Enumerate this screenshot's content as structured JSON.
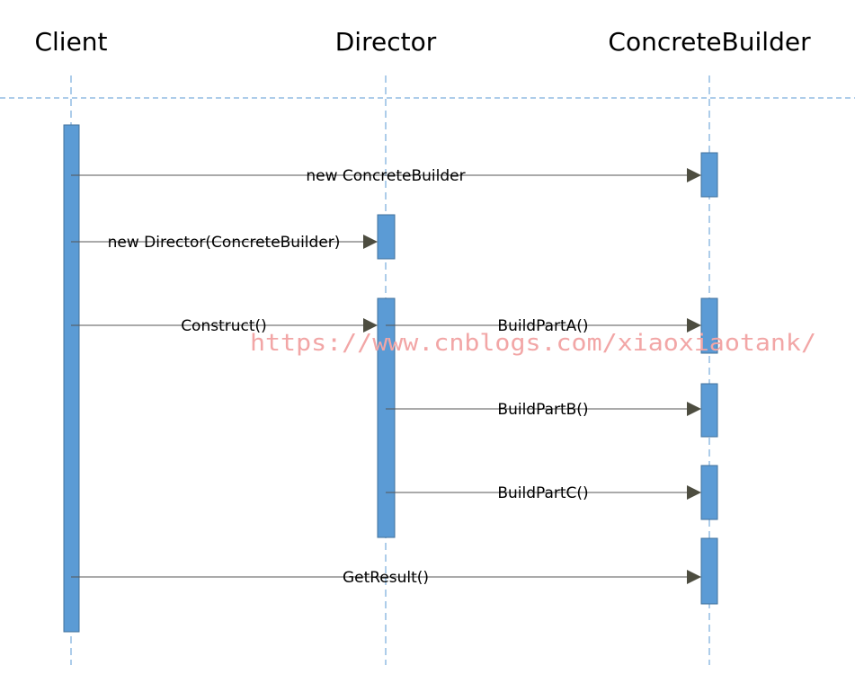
{
  "participants": [
    "Client",
    "Director",
    "ConcreteBuilder"
  ],
  "messages": [
    {
      "from": "Client",
      "to": "ConcreteBuilder",
      "label": "new ConcreteBuilder"
    },
    {
      "from": "Client",
      "to": "Director",
      "label": "new Director(ConcreteBuilder)"
    },
    {
      "from": "Client",
      "to": "Director",
      "label": "Construct()"
    },
    {
      "from": "Director",
      "to": "ConcreteBuilder",
      "label": "BuildPartA()"
    },
    {
      "from": "Director",
      "to": "ConcreteBuilder",
      "label": "BuildPartB()"
    },
    {
      "from": "Director",
      "to": "ConcreteBuilder",
      "label": "BuildPartC()"
    },
    {
      "from": "Client",
      "to": "ConcreteBuilder",
      "label": "GetResult()"
    }
  ],
  "watermark": "https://www.cnblogs.com/xiaoxiaotank/",
  "colors": {
    "activation_fill": "#5b9bd5",
    "activation_stroke": "#41719c",
    "lifeline": "#5b9bd5",
    "arrow": "#555555",
    "arrowhead": "#4d4d40",
    "watermark": "#f2a6a6"
  }
}
